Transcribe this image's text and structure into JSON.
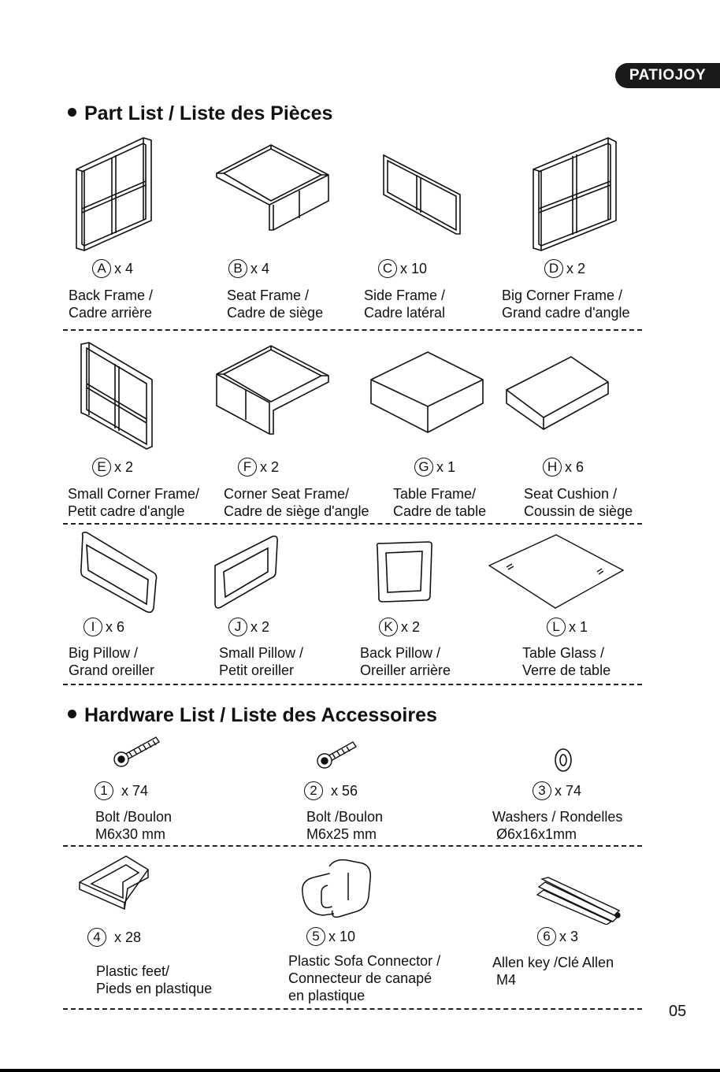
{
  "brand": "PATIOJOY",
  "page_number": "05",
  "part_list": {
    "title": "Part List / Liste des Pièces",
    "items": [
      {
        "letter": "A",
        "qty": "x 4",
        "name_en": "Back Frame /",
        "name_fr": "Cadre arrière"
      },
      {
        "letter": "B",
        "qty": "x 4",
        "name_en": "Seat Frame /",
        "name_fr": "Cadre de siège"
      },
      {
        "letter": "C",
        "qty": "x 10",
        "name_en": "Side Frame /",
        "name_fr": "Cadre latéral"
      },
      {
        "letter": "D",
        "qty": "x 2",
        "name_en": "Big Corner Frame /",
        "name_fr": "Grand cadre d'angle"
      },
      {
        "letter": "E",
        "qty": "x 2",
        "name_en": "Small Corner Frame/",
        "name_fr": "Petit cadre d'angle"
      },
      {
        "letter": "F",
        "qty": "x 2",
        "name_en": "Corner Seat Frame/",
        "name_fr": "Cadre de siège d'angle"
      },
      {
        "letter": "G",
        "qty": "x 1",
        "name_en": "Table Frame/",
        "name_fr": "Cadre de table"
      },
      {
        "letter": "H",
        "qty": "x 6",
        "name_en": "Seat Cushion /",
        "name_fr": "Coussin de siège"
      },
      {
        "letter": "I",
        "qty": "x 6",
        "name_en": "Big Pillow /",
        "name_fr": "Grand oreiller"
      },
      {
        "letter": "J",
        "qty": "x 2",
        "name_en": "Small Pillow /",
        "name_fr": "Petit oreiller"
      },
      {
        "letter": "K",
        "qty": "x 2",
        "name_en": "Back Pillow /",
        "name_fr": "Oreiller arrière"
      },
      {
        "letter": "L",
        "qty": "x 1",
        "name_en": "Table Glass /",
        "name_fr": "Verre de table"
      }
    ]
  },
  "hardware_list": {
    "title": "Hardware List / Liste des Accessoires",
    "items": [
      {
        "num": "1",
        "qty": "x  74",
        "line1": "Bolt /Boulon",
        "line2": "M6x30 mm",
        "line3": ""
      },
      {
        "num": "2",
        "qty": "x 56",
        "line1": "Bolt /Boulon",
        "line2": "M6x25 mm",
        "line3": ""
      },
      {
        "num": "3",
        "qty": "x  74",
        "line1": "Washers / Rondelles",
        "line2": " Ø6x16x1mm",
        "line3": ""
      },
      {
        "num": "4",
        "qty": "x  28",
        "line1": "Plastic feet/",
        "line2": "Pieds en plastique",
        "line3": ""
      },
      {
        "num": "5",
        "qty": "x 10",
        "line1": "Plastic Sofa Connector /",
        "line2": "Connecteur de canapé",
        "line3": "en plastique"
      },
      {
        "num": "6",
        "qty": "x 3",
        "line1": "Allen key /Clé Allen",
        "line2": " M4",
        "line3": ""
      }
    ]
  }
}
